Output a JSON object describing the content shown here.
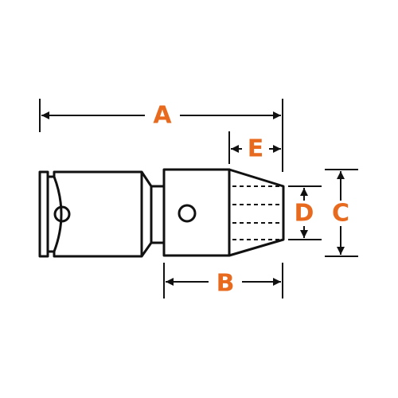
{
  "colors": {
    "outline": "#111111",
    "label": "#E86A1E",
    "background": "#FFFFFF"
  },
  "dimensions": {
    "a": "A",
    "b": "B",
    "c": "C",
    "d": "D",
    "e": "E"
  }
}
